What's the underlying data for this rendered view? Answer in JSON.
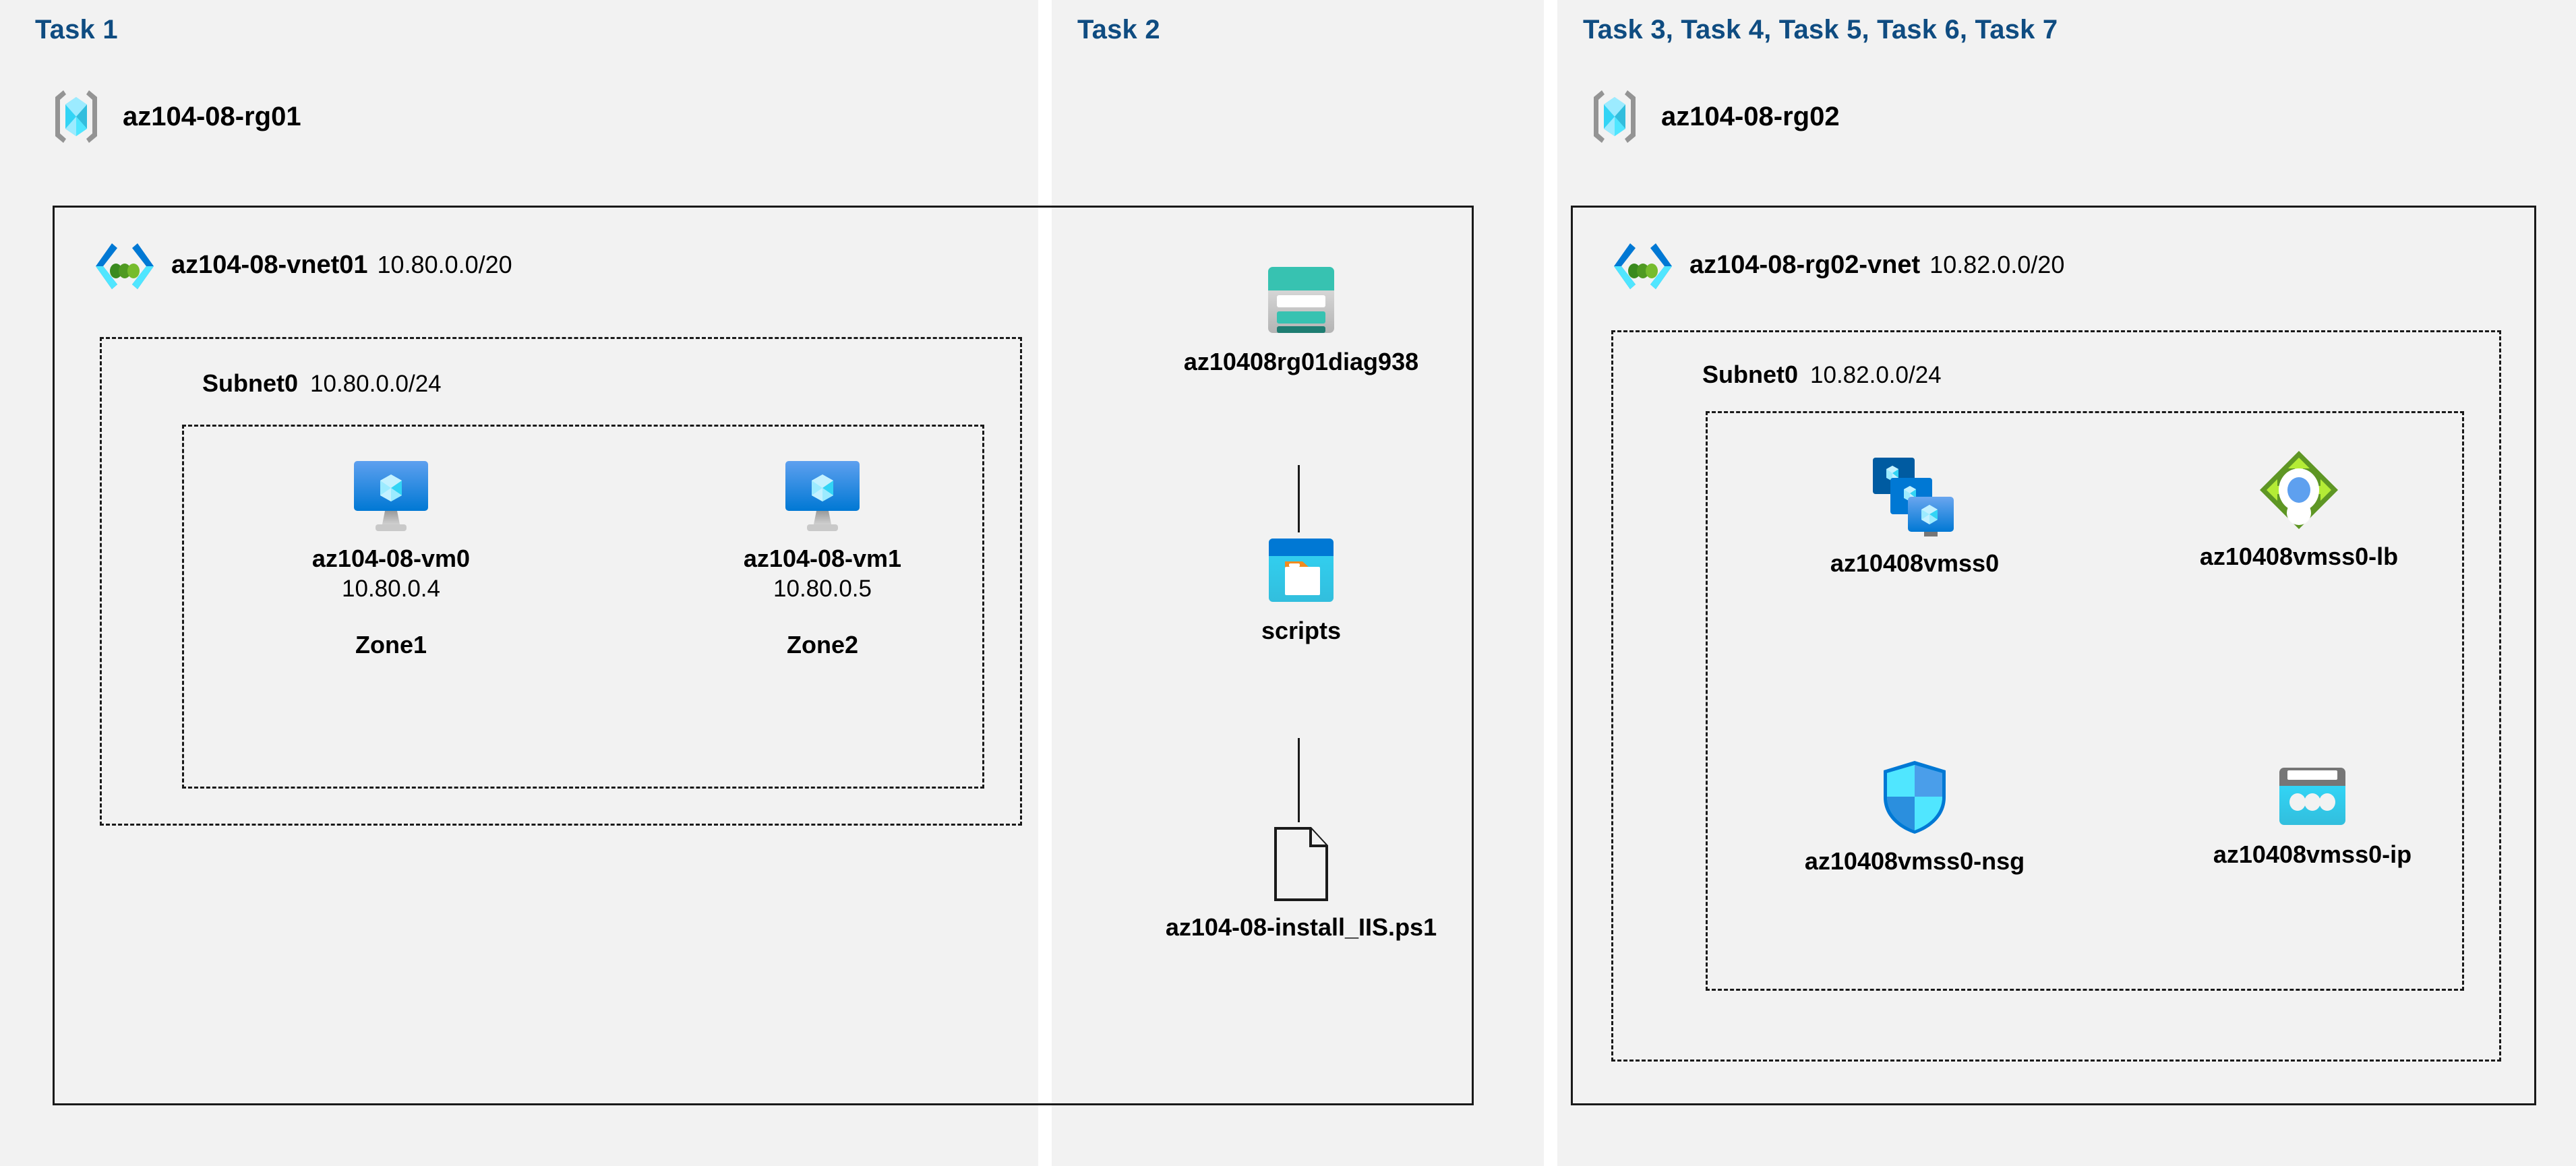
{
  "tasks": {
    "task1": {
      "title": "Task 1"
    },
    "task2": {
      "title": "Task 2"
    },
    "task3": {
      "title": "Task 3, Task 4, Task 5, Task 6, Task 7"
    }
  },
  "colors": {
    "task_title": "#0f4c81",
    "panel_background": "#f2f2f2",
    "page_background": "#ffffff",
    "border": "#1a1a1a",
    "azure_blue": "#0078d4",
    "azure_cyan": "#50e6ff",
    "storage_teal": "#37c2b1",
    "lb_green": "#5e9624",
    "nsg_blue": "#32bedd"
  },
  "resource_groups": {
    "rg01": {
      "name": "az104-08-rg01",
      "icon": "resource-group-icon"
    },
    "rg02": {
      "name": "az104-08-rg02",
      "icon": "resource-group-icon"
    }
  },
  "vnets": {
    "vnet01": {
      "name": "az104-08-vnet01",
      "cidr": "10.80.0.0/20",
      "icon": "virtual-network-icon"
    },
    "vnet02": {
      "name": "az104-08-rg02-vnet",
      "cidr": "10.82.0.0/20",
      "icon": "virtual-network-icon"
    }
  },
  "subnets": {
    "subnet01": {
      "name": "Subnet0",
      "cidr": "10.80.0.0/24"
    },
    "subnet02": {
      "name": "Subnet0",
      "cidr": "10.82.0.0/24"
    }
  },
  "vms": [
    {
      "name": "az104-08-vm0",
      "ip": "10.80.0.4",
      "zone": "Zone1",
      "icon": "virtual-machine-icon"
    },
    {
      "name": "az104-08-vm1",
      "ip": "10.80.0.5",
      "zone": "Zone2",
      "icon": "virtual-machine-icon"
    }
  ],
  "storage": {
    "account": {
      "name": "az10408rg01diag938",
      "icon": "storage-account-icon"
    },
    "container": {
      "name": "scripts",
      "icon": "blob-container-icon"
    },
    "file": {
      "name": "az104-08-install_IIS.ps1",
      "icon": "file-icon"
    }
  },
  "scale_set_resources": [
    {
      "name": "az10408vmss0",
      "icon": "vm-scale-set-icon"
    },
    {
      "name": "az10408vmss0-lb",
      "icon": "load-balancer-icon"
    },
    {
      "name": "az10408vmss0-nsg",
      "icon": "network-security-group-icon"
    },
    {
      "name": "az10408vmss0-ip",
      "icon": "public-ip-address-icon"
    }
  ]
}
